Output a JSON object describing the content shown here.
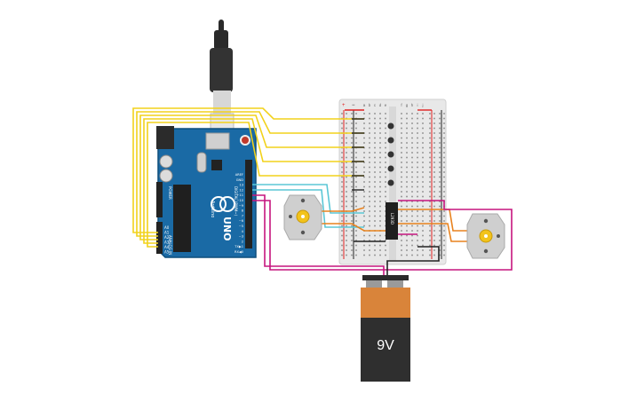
{
  "arduino": {
    "brand": "Arduino",
    "model": "UNO",
    "digital_label": "DIGITAL (PWM~)",
    "analog_label": "ANALOG IN",
    "power_label": "POWER",
    "pin_labels": [
      "AREF",
      "GND",
      "13",
      "12",
      "~11",
      "~10",
      "~9",
      "8",
      "7",
      "~6",
      "~5",
      "4",
      "~3",
      "2",
      "TX▶1",
      "RX◀0"
    ],
    "analog_pins": [
      "A0",
      "A1",
      "A2",
      "A3",
      "A4",
      "A5"
    ]
  },
  "breadboard": {
    "column_letters_left": [
      "a",
      "b",
      "c",
      "d",
      "e"
    ],
    "column_letters_right": [
      "f",
      "g",
      "h",
      "i",
      "j"
    ],
    "rail_plus": "+",
    "rail_minus": "−"
  },
  "driver_ic": {
    "label": "L293D"
  },
  "battery": {
    "label": "9V"
  },
  "colors": {
    "board_blue": "#1a6aa5",
    "wire_yellow": "#f2d21b",
    "wire_cyan": "#5bc7d6",
    "wire_magenta": "#c6157f",
    "wire_orange": "#e8821e",
    "wire_red": "#e02020",
    "wire_black": "#222222",
    "battery_copper": "#d9843a",
    "battery_body": "#2f2f2f"
  }
}
